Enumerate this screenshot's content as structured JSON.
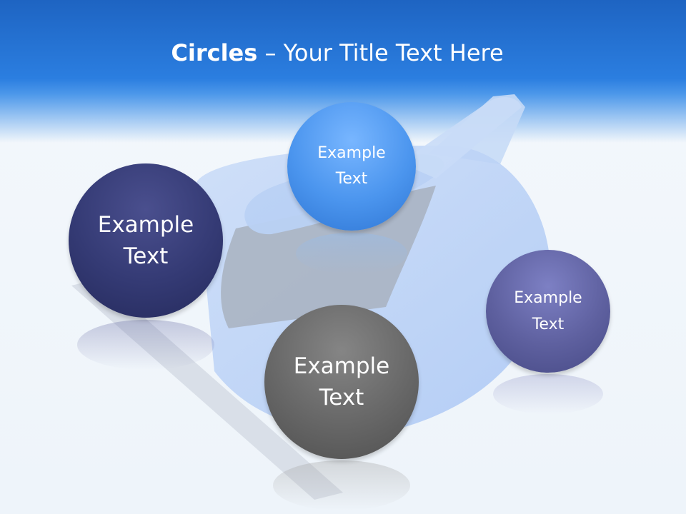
{
  "slide": {
    "title_bold": "Circles",
    "title_rest": " – Your Title Text Here"
  },
  "circles": [
    {
      "line1": "Example",
      "line2": "Text",
      "color": "#343a74"
    },
    {
      "line1": "Example",
      "line2": "Text",
      "color": "#4b95ee"
    },
    {
      "line1": "Example",
      "line2": "Text",
      "color": "#5e609f"
    },
    {
      "line1": "Example",
      "line2": "Text",
      "color": "#676767"
    }
  ],
  "background_image": "dustpan-and-brush",
  "colors": {
    "header_blue": "#1e64c2",
    "background": "#f4f8fc"
  }
}
